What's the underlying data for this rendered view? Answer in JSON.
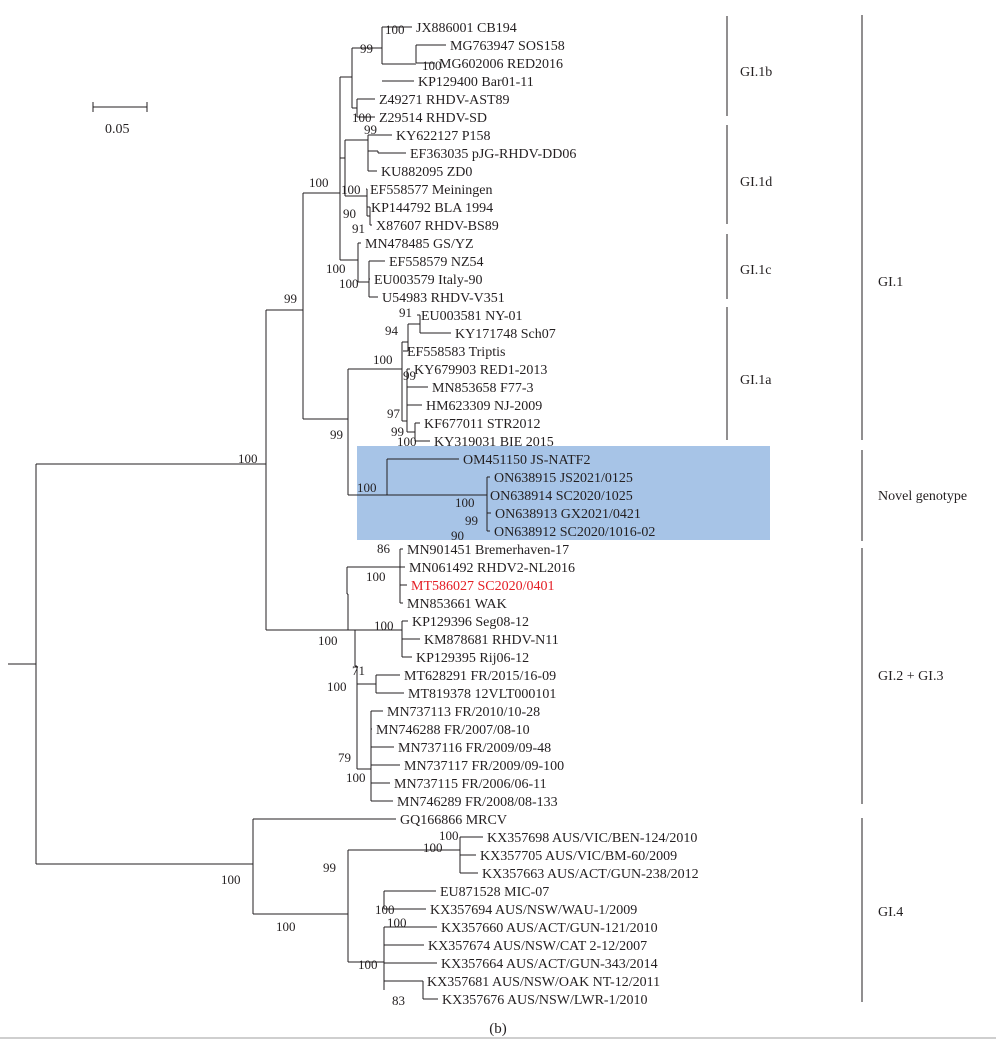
{
  "figure_label": "(b)",
  "scale_bar": {
    "label": "0.05"
  },
  "colors": {
    "highlight_tip": "#e41d24",
    "novel_genotype_box": "#a7c4e7",
    "line": "#231f20"
  },
  "tips": [
    "JX886001 CB194",
    "MG763947 SOS158",
    "MG602006 RED2016",
    "KP129400 Bar01-11",
    "Z49271 RHDV-AST89",
    "Z29514 RHDV-SD",
    "KY622127 P158",
    "EF363035 pJG-RHDV-DD06",
    "KU882095 ZD0",
    "EF558577 Meiningen",
    "KP144792 BLA 1994",
    "X87607 RHDV-BS89",
    "MN478485 GS/YZ",
    "EF558579 NZ54",
    "EU003579 Italy-90",
    "U54983 RHDV-V351",
    "EU003581 NY-01",
    "KY171748 Sch07",
    "EF558583 Triptis",
    "KY679903 RED1-2013",
    "MN853658 F77-3",
    "HM623309 NJ-2009",
    "KF677011 STR2012",
    "KY319031 BIE 2015",
    "OM451150 JS-NATF2",
    "ON638915 JS2021/0125",
    "ON638914 SC2020/1025",
    "ON638913 GX2021/0421",
    "ON638912 SC2020/1016-02",
    "MN901451 Bremerhaven-17",
    "MN061492 RHDV2-NL2016",
    "MT586027 SC2020/0401",
    "MN853661 WAK",
    "KP129396 Seg08-12",
    "KM878681 RHDV-N11",
    "KP129395 Rij06-12",
    "MT628291 FR/2015/16-09",
    "MT819378 12VLT000101",
    "MN737113 FR/2010/10-28",
    "MN746288 FR/2007/08-10",
    "MN737116 FR/2009/09-48",
    "MN737117 FR/2009/09-100",
    "MN737115 FR/2006/06-11",
    "MN746289 FR/2008/08-133",
    "GQ166866 MRCV",
    "KX357698 AUS/VIC/BEN-124/2010",
    "KX357705 AUS/VIC/BM-60/2009",
    "KX357663 AUS/ACT/GUN-238/2012",
    "EU871528 MIC-07",
    "KX357694 AUS/NSW/WAU-1/2009",
    "KX357660 AUS/ACT/GUN-121/2010",
    "KX357674 AUS/NSW/CAT 2-12/2007",
    "KX357664 AUS/ACT/GUN-343/2014",
    "KX357681 AUS/NSW/OAK NT-12/2011",
    "KX357676 AUS/NSW/LWR-1/2010"
  ],
  "highlight_tip_index": 31,
  "bootstrap_values": [
    "100",
    "99",
    "100",
    "100",
    "99",
    "100",
    "90",
    "91",
    "100",
    "100",
    "100",
    "99",
    "91",
    "94",
    "100",
    "99",
    "97",
    "99",
    "100",
    "99",
    "100",
    "100",
    "99",
    "90",
    "86",
    "100",
    "100",
    "100",
    "71",
    "100",
    "100",
    "79",
    "100",
    "100",
    "99",
    "100",
    "100",
    "100",
    "100",
    "83"
  ],
  "inner_groups": [
    "GI.1b",
    "GI.1d",
    "GI.1c",
    "GI.1a"
  ],
  "outer_groups": [
    "GI.1",
    "Novel genotype",
    "GI.2 + GI.3",
    "GI.4"
  ]
}
